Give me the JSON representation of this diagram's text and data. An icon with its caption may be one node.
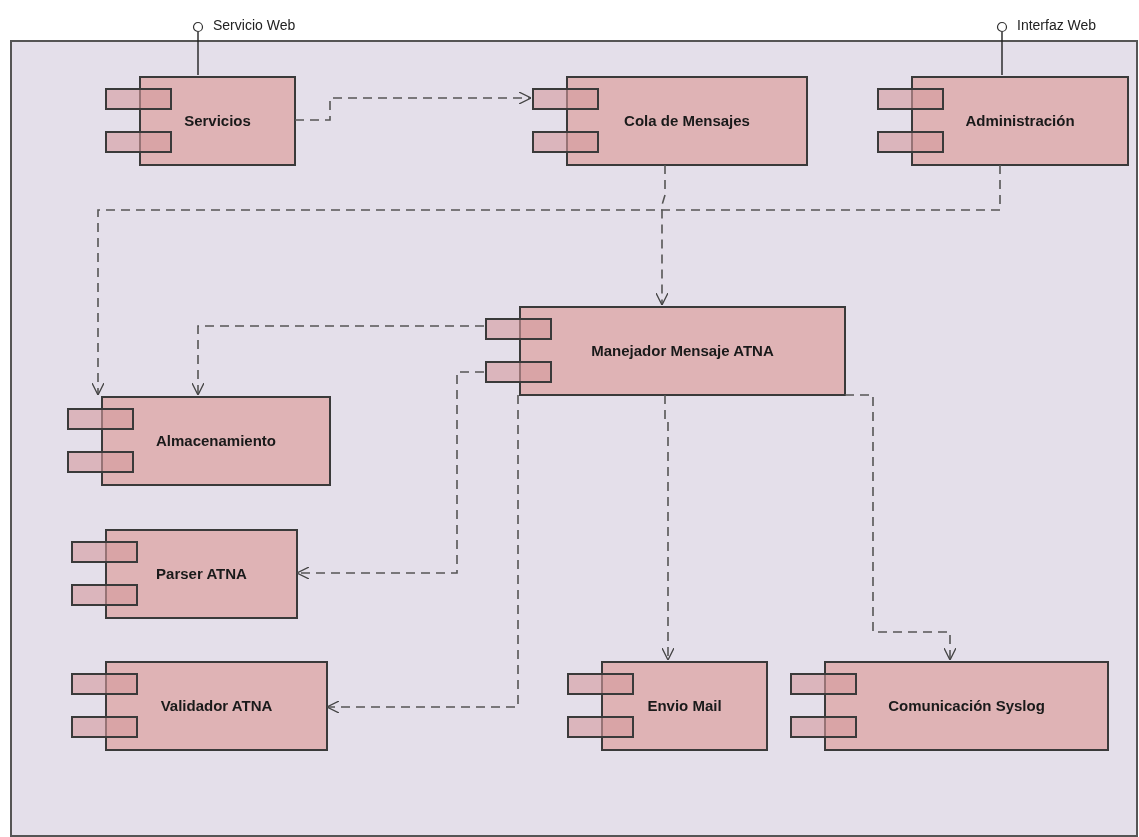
{
  "diagram": {
    "nodes": [
      {
        "text": [],
        "shape": "box"
      },
      {
        "text": [],
        "shape": "circle",
        "beside": [
          "Servicio Web"
        ]
      },
      {
        "text": [],
        "shape": "circle",
        "beside": [
          "Interfaz Web"
        ]
      },
      {
        "text": [
          "Servicios"
        ],
        "in": 0
      },
      {
        "text": [
          "Cola de Mensajes"
        ],
        "in": 0
      },
      {
        "text": [
          "Administración"
        ],
        "in": 0
      },
      {
        "text": [
          "Manejador Mensaje ATNA"
        ],
        "in": 0
      },
      {
        "text": [
          "Almacenamiento"
        ],
        "in": 0
      },
      {
        "text": [
          "Parser ATNA"
        ],
        "in": 0
      },
      {
        "text": [
          "Validador ATNA"
        ],
        "in": 0
      },
      {
        "text": [
          "Envio Mail"
        ],
        "in": 0
      },
      {
        "text": [
          "Comunicación Syslog"
        ],
        "in": 0
      }
    ],
    "edges": [
      {
        "from": 3,
        "to": 1,
        "arrow": "none"
      },
      {
        "from": 5,
        "to": 2,
        "arrow": "none"
      },
      {
        "from": 3,
        "to": 4,
        "arrow": "to",
        "style": "dashed"
      },
      {
        "from": 4,
        "to": 6,
        "arrow": "to",
        "style": "dashed"
      },
      {
        "from": 5,
        "to": 7,
        "arrow": "to",
        "style": "dashed"
      },
      {
        "from": 6,
        "to": 7,
        "arrow": "to",
        "style": "dashed"
      },
      {
        "from": 6,
        "to": 8,
        "arrow": "to",
        "style": "dashed"
      },
      {
        "from": 6,
        "to": 9,
        "arrow": "to",
        "style": "dashed"
      },
      {
        "from": 6,
        "to": 10,
        "arrow": "to",
        "style": "dashed"
      },
      {
        "from": 6,
        "to": 11,
        "arrow": "to",
        "style": "dashed"
      }
    ]
  }
}
